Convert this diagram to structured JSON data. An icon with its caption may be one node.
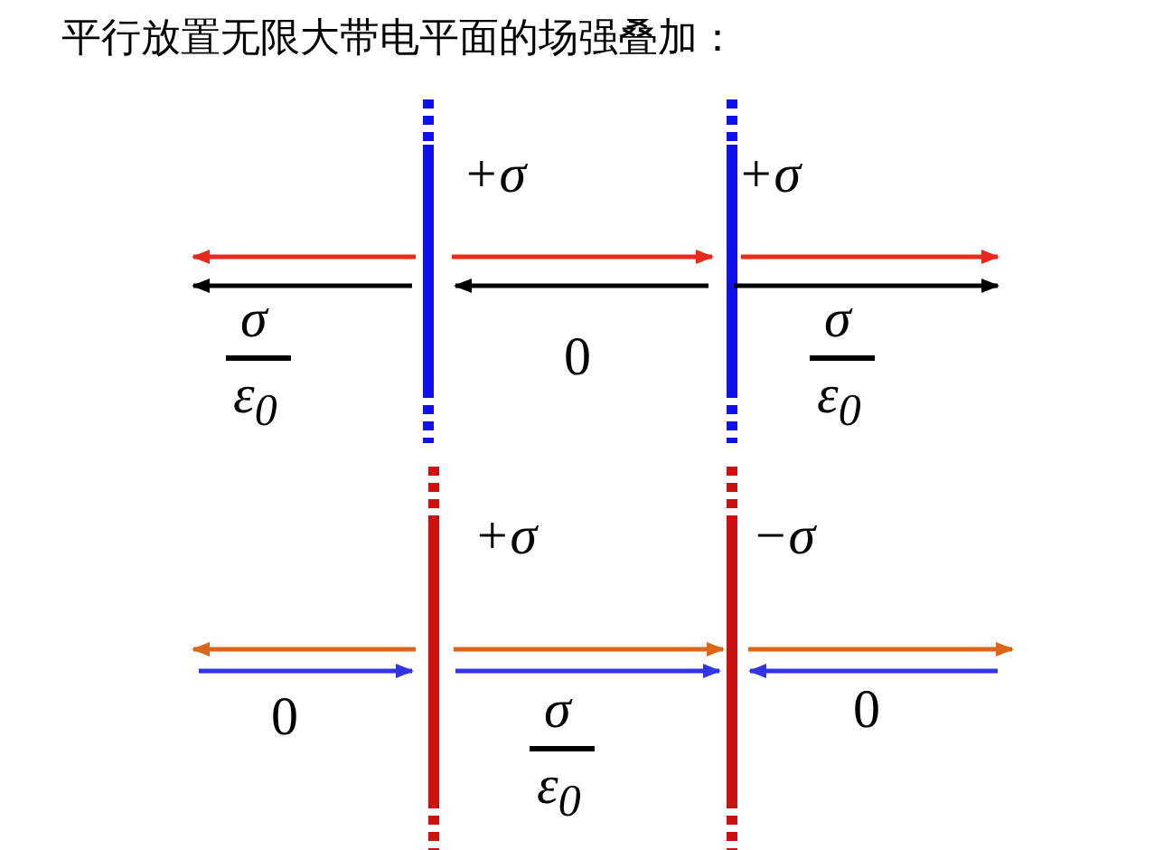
{
  "diagram": {
    "title": "平行放置无限大带电平面的场强叠加：",
    "labels": [
      "+σ",
      "+σ",
      "σ",
      "ε$_{0}$",
      "0",
      "σ",
      "ε$_{0}$",
      "+σ",
      "−σ",
      "0",
      "σ",
      "ε$_{0}$",
      "0"
    ]
  }
}
